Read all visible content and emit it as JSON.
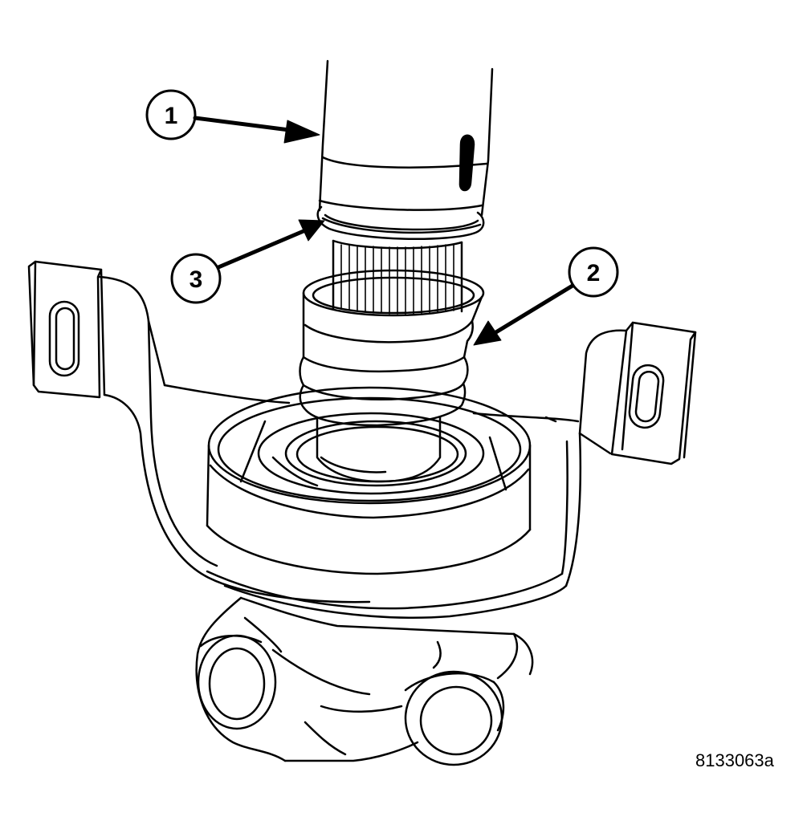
{
  "callouts": [
    {
      "label": "1"
    },
    {
      "label": "2"
    },
    {
      "label": "3"
    }
  ],
  "figure_id": "8133063a",
  "colors": {
    "ink": "#000000",
    "paper": "#ffffff"
  }
}
